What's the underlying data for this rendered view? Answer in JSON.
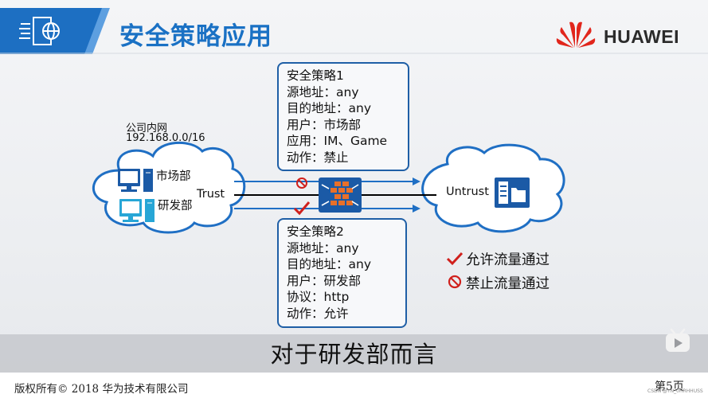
{
  "slide": {
    "title": "安全策略应用",
    "brand": "HUAWEI"
  },
  "trust_zone": {
    "network_label": "公司内网",
    "network_cidr": "192.168.0.0/16",
    "dept_marketing": "市场部",
    "dept_rnd": "研发部",
    "zone_name": "Trust"
  },
  "untrust_zone": {
    "zone_name": "Untrust"
  },
  "policy1": {
    "title": "安全策略1",
    "src": "源地址：any",
    "dst": "目的地址：any",
    "user": "用户：市场部",
    "app": "应用：IM、Game",
    "action": "动作：禁止"
  },
  "policy2": {
    "title": "安全策略2",
    "src": "源地址：any",
    "dst": "目的地址：any",
    "user": "用户：研发部",
    "proto": "协议：http",
    "action": "动作：允许"
  },
  "legend": {
    "allow": "允许流量通过",
    "deny": "禁止流量通过"
  },
  "subtitle": "对于研发部而言",
  "footer": {
    "copyright": "版权所有© 2018 华为技术有限公司",
    "page": "第5页",
    "watermark": "CSDN @YN_0HRHHUSS"
  },
  "colors": {
    "accent": "#1a71c4",
    "arrow": "#1f6fc4",
    "deny": "#d0201c",
    "allow": "#d0201c",
    "firewall": "#1b5aa6",
    "brand_red": "#e1261c"
  }
}
